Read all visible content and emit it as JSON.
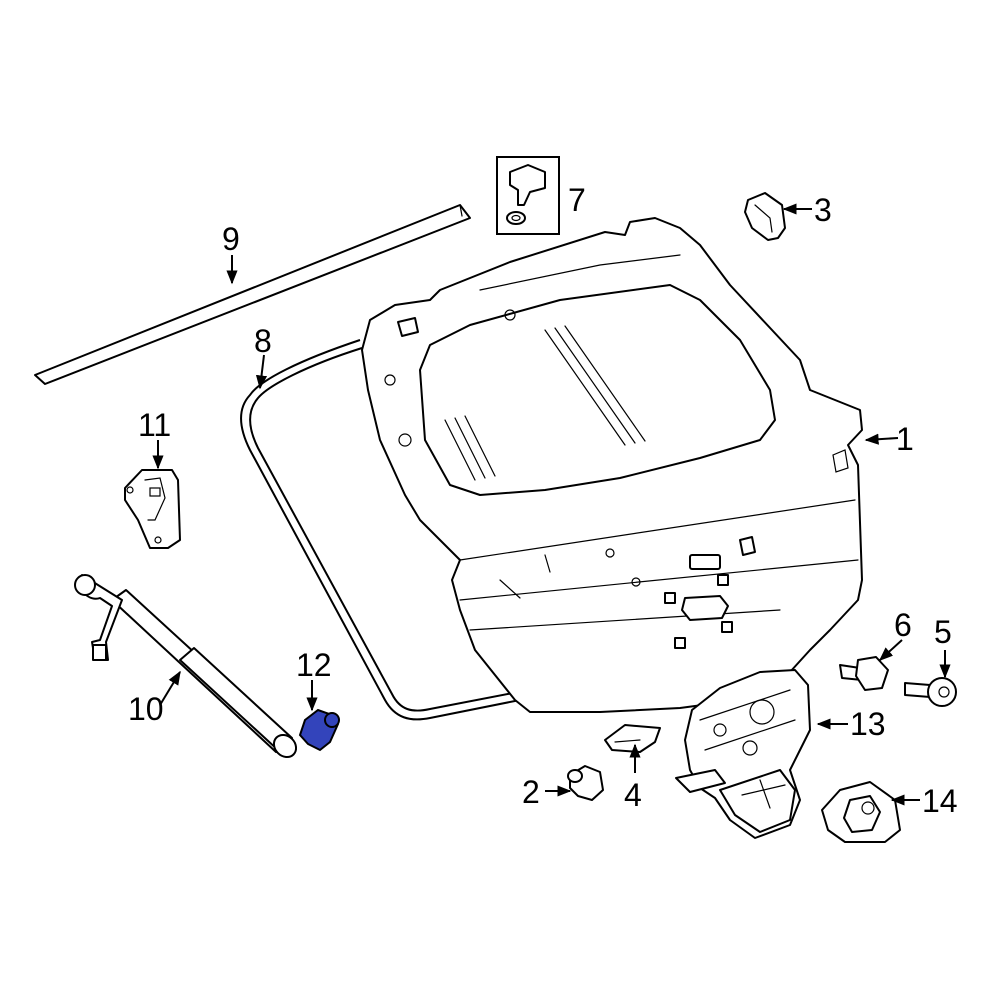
{
  "callouts": [
    {
      "id": "1",
      "label": "1"
    },
    {
      "id": "2",
      "label": "2"
    },
    {
      "id": "3",
      "label": "3"
    },
    {
      "id": "4",
      "label": "4"
    },
    {
      "id": "5",
      "label": "5"
    },
    {
      "id": "6",
      "label": "6"
    },
    {
      "id": "7",
      "label": "7"
    },
    {
      "id": "8",
      "label": "8"
    },
    {
      "id": "9",
      "label": "9"
    },
    {
      "id": "10",
      "label": "10"
    },
    {
      "id": "11",
      "label": "11"
    },
    {
      "id": "12",
      "label": "12"
    },
    {
      "id": "13",
      "label": "13"
    },
    {
      "id": "14",
      "label": "14"
    }
  ],
  "highlight_color": "#3344bb"
}
